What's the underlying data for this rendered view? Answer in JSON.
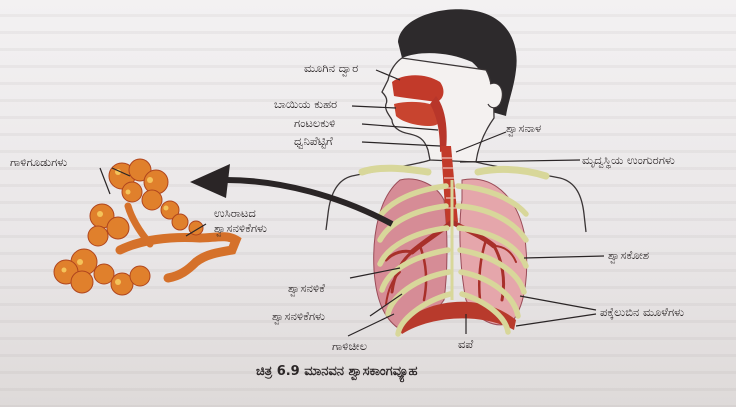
{
  "figure": {
    "caption_number": "ಚಿತ್ರ 6.9",
    "caption_text": "ಮಾನವನ ಶ್ವಾಸಕಾಂಗವ್ಯೂಹ"
  },
  "labels": {
    "nasal_opening": "ಮೂಗಿನ ದ್ವಾರ",
    "oral_cavity": "ಬಾಯಿಯ ಕುಹರ",
    "pharynx": "ಗಂಟಲಕುಳಿ",
    "larynx": "ಧ್ವನಿಪೆಟ್ಟಿಗೆ",
    "trachea": "ಶ್ವಾಸನಾಳ",
    "cartilage_rings": "ಮೃದ್ವಸ್ಥಿಯ ಉಂಗುರಗಳು",
    "alveoli": "ಗಾಳಿಗೂಡುಗಳು",
    "alveolar_bronchioles_1": "ಉಸಿರಾಟದ",
    "alveolar_bronchioles_2": "ಶ್ವಾಸನಳಿಕೆಗಳು",
    "lung": "ಶ್ವಾಸಕೋಶ",
    "bronchus": "ಶ್ವಾಸನಳಿಕೆ",
    "bronchioles": "ಶ್ವಾಸನಳಿಕೆಗಳು",
    "ribs": "ಪಕ್ಕೆಲುಬಿನ ಮೂಳೆಗಳು",
    "pleura": "ಗಾಳಿಚೀಲ",
    "diaphragm": "ವಪೆ"
  },
  "colors": {
    "tissue_red": "#c23a2a",
    "rib_yellow": "#d8d79a",
    "alveoli_orange": "#e0802c",
    "hair": "#2d2a2c",
    "arrow": "#2a2526"
  }
}
